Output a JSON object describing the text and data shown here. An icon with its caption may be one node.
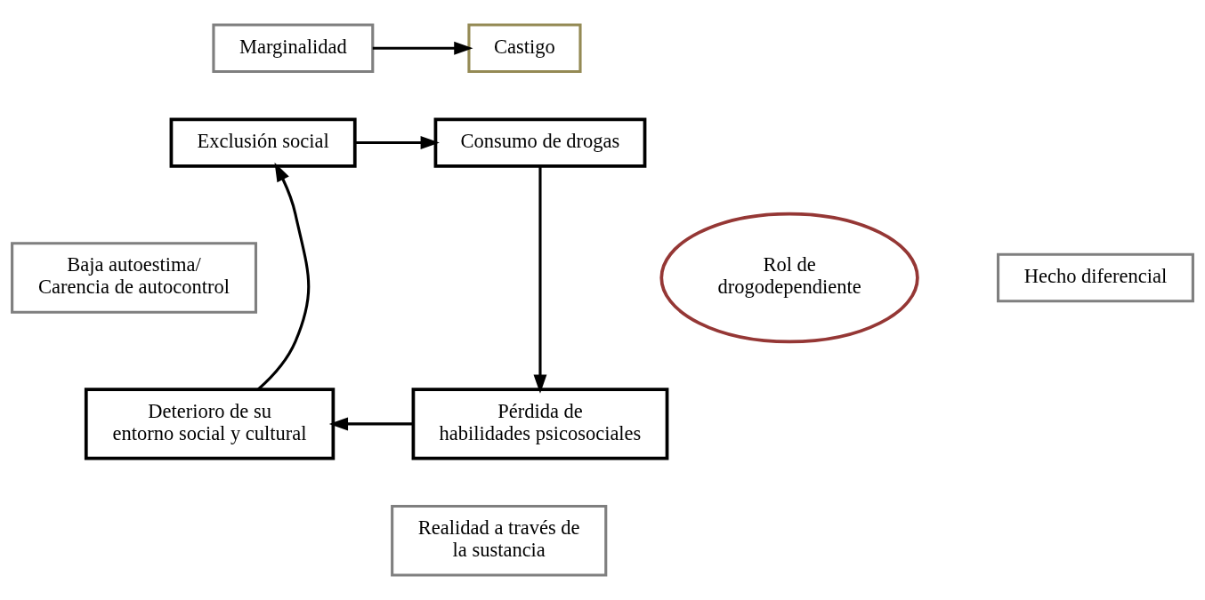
{
  "diagram": {
    "nodes": [
      {
        "text": [
          "Marginalidad"
        ]
      },
      {
        "text": [
          "Castigo"
        ]
      },
      {
        "text": [
          "Exclusión social"
        ]
      },
      {
        "text": [
          "Consumo de drogas"
        ]
      },
      {
        "text": [
          "Baja autoestima/ Carencia de autocontrol"
        ]
      },
      {
        "text": [
          "Rol de drogodependiente"
        ]
      },
      {
        "text": [
          "Hecho diferencial"
        ]
      },
      {
        "text": [
          "Deterioro de su entorno social y cultural"
        ]
      },
      {
        "text": [
          "Pérdida de habilidades psicosociales"
        ]
      },
      {
        "text": [
          "Realidad a través de la sustancia"
        ]
      }
    ],
    "edges": [
      {
        "from": 0,
        "to": 1,
        "arrow": "to"
      },
      {
        "from": 2,
        "to": 3,
        "arrow": "to"
      },
      {
        "from": 3,
        "to": 8,
        "arrow": "to"
      },
      {
        "from": 8,
        "to": 7,
        "arrow": "to"
      },
      {
        "from": 7,
        "to": 2,
        "arrow": "to"
      }
    ]
  }
}
